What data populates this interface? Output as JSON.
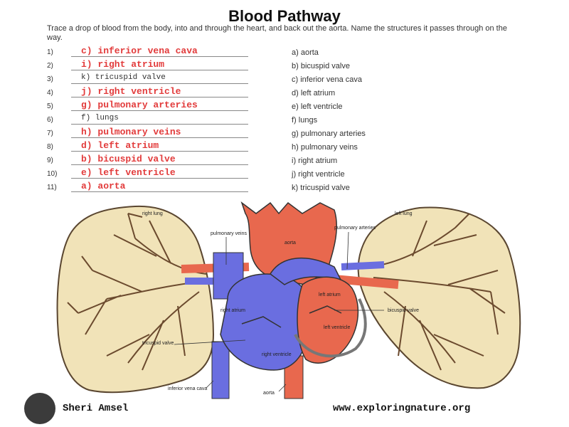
{
  "title": "Blood Pathway",
  "instructions": "Trace a drop of blood from the body, into and through the heart, and back out the aorta. Name the structures it passes through on the way.",
  "answers": [
    {
      "num": "1)",
      "text": "c) inferior vena cava",
      "color": "red"
    },
    {
      "num": "2)",
      "text": "i) right atrium",
      "color": "red"
    },
    {
      "num": "3)",
      "text": "k) tricuspid valve",
      "color": "black"
    },
    {
      "num": "4)",
      "text": "j) right ventricle",
      "color": "red"
    },
    {
      "num": "5)",
      "text": "g) pulmonary arteries",
      "color": "red"
    },
    {
      "num": "6)",
      "text": "f) lungs",
      "color": "black"
    },
    {
      "num": "7)",
      "text": "h) pulmonary veins",
      "color": "red"
    },
    {
      "num": "8)",
      "text": "d) left atrium",
      "color": "red"
    },
    {
      "num": "9)",
      "text": "b) bicuspid valve",
      "color": "red"
    },
    {
      "num": "10)",
      "text": "e) left ventricle",
      "color": "red"
    },
    {
      "num": "11)",
      "text": "a) aorta",
      "color": "red"
    }
  ],
  "options": [
    "a) aorta",
    "b) bicuspid valve",
    "c) inferior vena cava",
    "d) left atrium",
    "e) left ventricle",
    "f) lungs",
    "g) pulmonary arteries",
    "h) pulmonary veins",
    "i) right atrium",
    "j) right ventricle",
    "k) tricuspid valve"
  ],
  "diagram_labels": {
    "right_lung": "right lung",
    "left_lung": "left lung",
    "pulmonary_veins": "pulmonary veins",
    "pulmonary_arteries": "pulmonary arteries",
    "aorta_top": "aorta",
    "right_atrium": "right atrium",
    "left_atrium": "left atrium",
    "left_ventricle": "left ventricle",
    "right_ventricle": "right ventricle",
    "tricuspid_valve": "tricuspid valve",
    "bicuspid_valve": "bicuspid valve",
    "inferior_vena_cava": "inferior vena cava",
    "aorta_bottom": "aorta"
  },
  "footer": {
    "author": "Sheri Amsel",
    "website": "www.exploringnature.org"
  },
  "colors": {
    "answer_red": "#e23b3b",
    "artery_red": "#e8684e",
    "vein_blue": "#6a6ee0",
    "lung_fill": "#f1e3b8",
    "bronchi": "#6b4a2e"
  }
}
